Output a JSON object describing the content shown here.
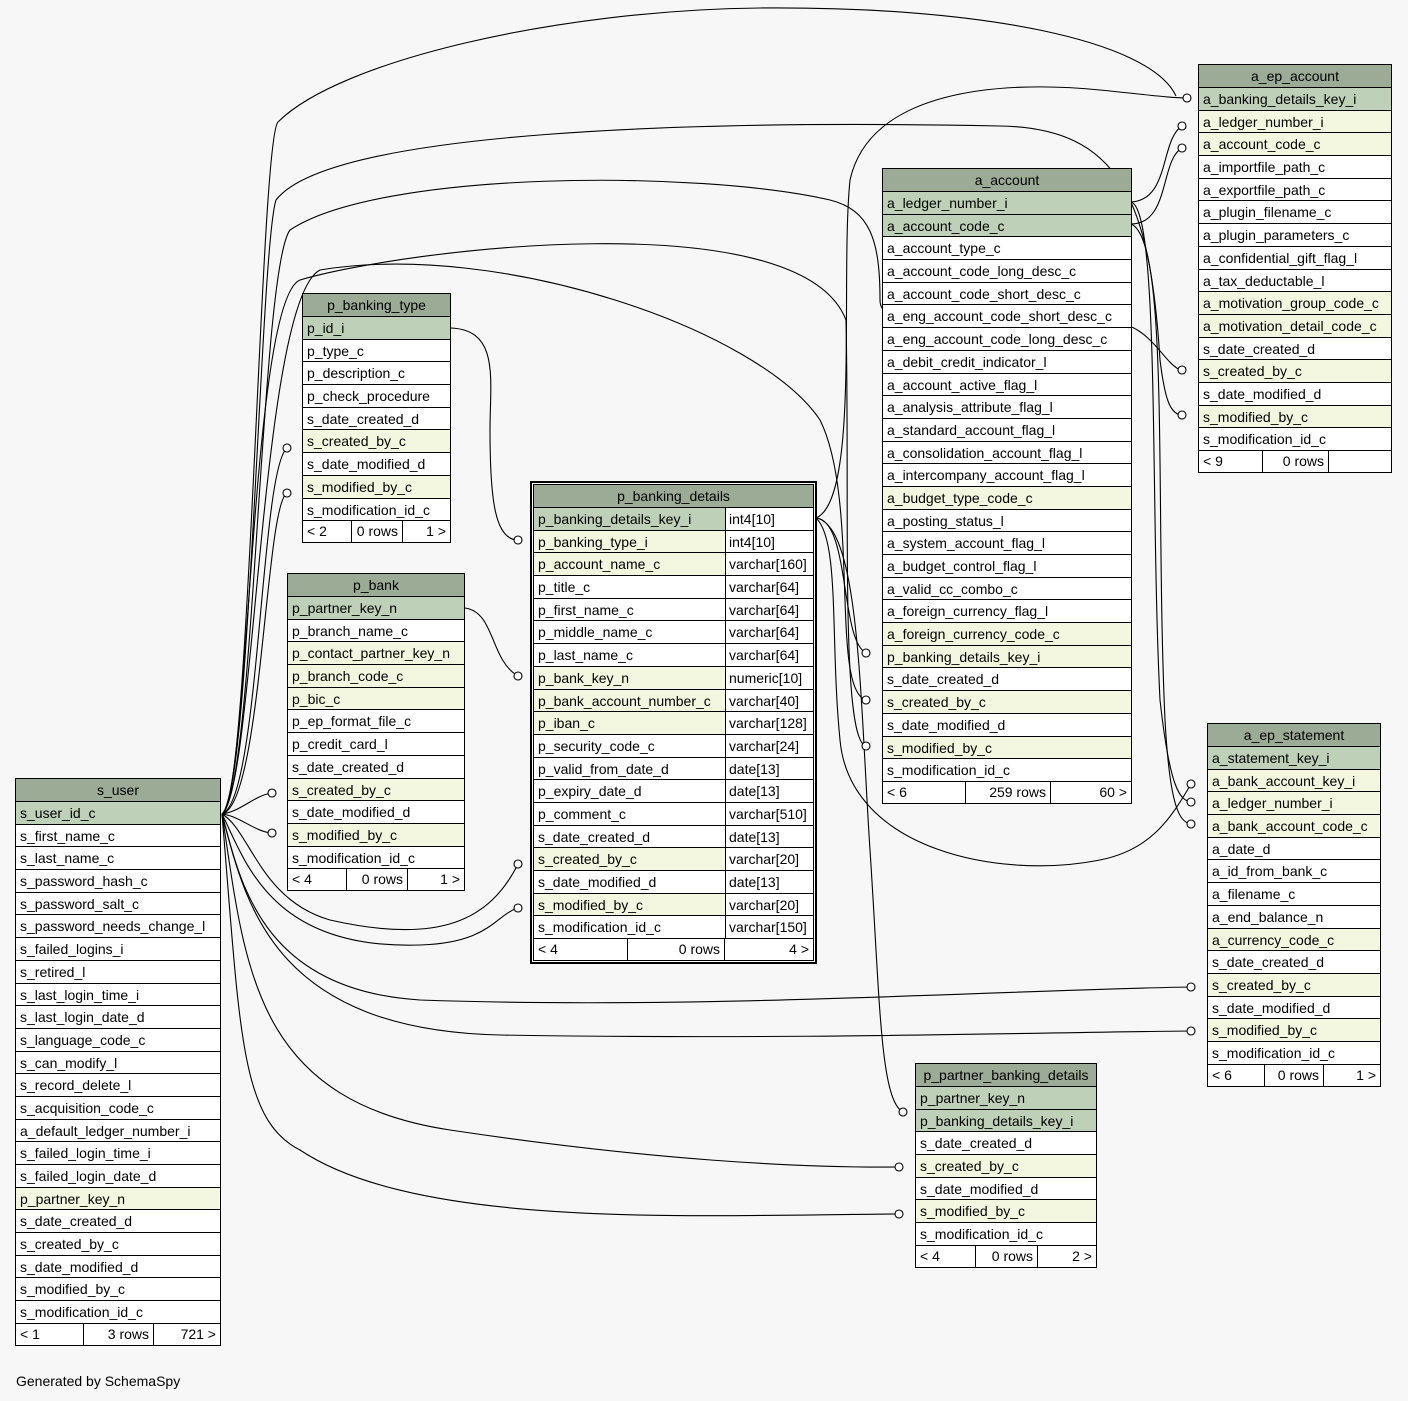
{
  "footer_note": "Generated by SchemaSpy",
  "tables": {
    "a_ep_account": {
      "title": "a_ep_account",
      "rows": [
        {
          "name": "a_banking_details_key_i",
          "kind": "pk"
        },
        {
          "name": "a_ledger_number_i",
          "kind": "fk"
        },
        {
          "name": "a_account_code_c",
          "kind": "fk"
        },
        {
          "name": "a_importfile_path_c",
          "kind": ""
        },
        {
          "name": "a_exportfile_path_c",
          "kind": ""
        },
        {
          "name": "a_plugin_filename_c",
          "kind": ""
        },
        {
          "name": "a_plugin_parameters_c",
          "kind": ""
        },
        {
          "name": "a_confidential_gift_flag_l",
          "kind": ""
        },
        {
          "name": "a_tax_deductable_l",
          "kind": ""
        },
        {
          "name": "a_motivation_group_code_c",
          "kind": "fk"
        },
        {
          "name": "a_motivation_detail_code_c",
          "kind": "fk"
        },
        {
          "name": "s_date_created_d",
          "kind": ""
        },
        {
          "name": "s_created_by_c",
          "kind": "fk"
        },
        {
          "name": "s_date_modified_d",
          "kind": ""
        },
        {
          "name": "s_modified_by_c",
          "kind": "fk"
        },
        {
          "name": "s_modification_id_c",
          "kind": ""
        }
      ],
      "footer": [
        "< 9",
        "0 rows",
        ""
      ]
    },
    "a_account": {
      "title": "a_account",
      "rows": [
        {
          "name": "a_ledger_number_i",
          "kind": "pk"
        },
        {
          "name": "a_account_code_c",
          "kind": "pk"
        },
        {
          "name": "a_account_type_c",
          "kind": ""
        },
        {
          "name": "a_account_code_long_desc_c",
          "kind": ""
        },
        {
          "name": "a_account_code_short_desc_c",
          "kind": ""
        },
        {
          "name": "a_eng_account_code_short_desc_c",
          "kind": ""
        },
        {
          "name": "a_eng_account_code_long_desc_c",
          "kind": ""
        },
        {
          "name": "a_debit_credit_indicator_l",
          "kind": ""
        },
        {
          "name": "a_account_active_flag_l",
          "kind": ""
        },
        {
          "name": "a_analysis_attribute_flag_l",
          "kind": ""
        },
        {
          "name": "a_standard_account_flag_l",
          "kind": ""
        },
        {
          "name": "a_consolidation_account_flag_l",
          "kind": ""
        },
        {
          "name": "a_intercompany_account_flag_l",
          "kind": ""
        },
        {
          "name": "a_budget_type_code_c",
          "kind": "fk"
        },
        {
          "name": "a_posting_status_l",
          "kind": ""
        },
        {
          "name": "a_system_account_flag_l",
          "kind": ""
        },
        {
          "name": "a_budget_control_flag_l",
          "kind": ""
        },
        {
          "name": "a_valid_cc_combo_c",
          "kind": ""
        },
        {
          "name": "a_foreign_currency_flag_l",
          "kind": ""
        },
        {
          "name": "a_foreign_currency_code_c",
          "kind": "fk"
        },
        {
          "name": "p_banking_details_key_i",
          "kind": "fk"
        },
        {
          "name": "s_date_created_d",
          "kind": ""
        },
        {
          "name": "s_created_by_c",
          "kind": "fk"
        },
        {
          "name": "s_date_modified_d",
          "kind": ""
        },
        {
          "name": "s_modified_by_c",
          "kind": "fk"
        },
        {
          "name": "s_modification_id_c",
          "kind": ""
        }
      ],
      "footer": [
        "< 6",
        "259 rows",
        "60 >"
      ]
    },
    "p_banking_type": {
      "title": "p_banking_type",
      "rows": [
        {
          "name": "p_id_i",
          "kind": "pk"
        },
        {
          "name": "p_type_c",
          "kind": ""
        },
        {
          "name": "p_description_c",
          "kind": ""
        },
        {
          "name": "p_check_procedure",
          "kind": ""
        },
        {
          "name": "s_date_created_d",
          "kind": ""
        },
        {
          "name": "s_created_by_c",
          "kind": "fk"
        },
        {
          "name": "s_date_modified_d",
          "kind": ""
        },
        {
          "name": "s_modified_by_c",
          "kind": "fk"
        },
        {
          "name": "s_modification_id_c",
          "kind": ""
        }
      ],
      "footer": [
        "< 2",
        "0 rows",
        "1 >"
      ]
    },
    "p_bank": {
      "title": "p_bank",
      "rows": [
        {
          "name": "p_partner_key_n",
          "kind": "pk"
        },
        {
          "name": "p_branch_name_c",
          "kind": ""
        },
        {
          "name": "p_contact_partner_key_n",
          "kind": "fk"
        },
        {
          "name": "p_branch_code_c",
          "kind": "fk"
        },
        {
          "name": "p_bic_c",
          "kind": "fk"
        },
        {
          "name": "p_ep_format_file_c",
          "kind": ""
        },
        {
          "name": "p_credit_card_l",
          "kind": ""
        },
        {
          "name": "s_date_created_d",
          "kind": ""
        },
        {
          "name": "s_created_by_c",
          "kind": "fk"
        },
        {
          "name": "s_date_modified_d",
          "kind": ""
        },
        {
          "name": "s_modified_by_c",
          "kind": "fk"
        },
        {
          "name": "s_modification_id_c",
          "kind": ""
        }
      ],
      "footer": [
        "< 4",
        "0 rows",
        "1 >"
      ]
    },
    "p_banking_details": {
      "title": "p_banking_details",
      "rows": [
        {
          "name": "p_banking_details_key_i",
          "type": "int4[10]",
          "kind": "pk"
        },
        {
          "name": "p_banking_type_i",
          "type": "int4[10]",
          "kind": "fk"
        },
        {
          "name": "p_account_name_c",
          "type": "varchar[160]",
          "kind": "fk"
        },
        {
          "name": "p_title_c",
          "type": "varchar[64]",
          "kind": ""
        },
        {
          "name": "p_first_name_c",
          "type": "varchar[64]",
          "kind": ""
        },
        {
          "name": "p_middle_name_c",
          "type": "varchar[64]",
          "kind": ""
        },
        {
          "name": "p_last_name_c",
          "type": "varchar[64]",
          "kind": ""
        },
        {
          "name": "p_bank_key_n",
          "type": "numeric[10]",
          "kind": "fk"
        },
        {
          "name": "p_bank_account_number_c",
          "type": "varchar[40]",
          "kind": "fk"
        },
        {
          "name": "p_iban_c",
          "type": "varchar[128]",
          "kind": "fk"
        },
        {
          "name": "p_security_code_c",
          "type": "varchar[24]",
          "kind": ""
        },
        {
          "name": "p_valid_from_date_d",
          "type": "date[13]",
          "kind": ""
        },
        {
          "name": "p_expiry_date_d",
          "type": "date[13]",
          "kind": ""
        },
        {
          "name": "p_comment_c",
          "type": "varchar[510]",
          "kind": ""
        },
        {
          "name": "s_date_created_d",
          "type": "date[13]",
          "kind": ""
        },
        {
          "name": "s_created_by_c",
          "type": "varchar[20]",
          "kind": "fk"
        },
        {
          "name": "s_date_modified_d",
          "type": "date[13]",
          "kind": ""
        },
        {
          "name": "s_modified_by_c",
          "type": "varchar[20]",
          "kind": "fk"
        },
        {
          "name": "s_modification_id_c",
          "type": "varchar[150]",
          "kind": ""
        }
      ],
      "footer": [
        "< 4",
        "0 rows",
        "4 >"
      ]
    },
    "a_ep_statement": {
      "title": "a_ep_statement",
      "rows": [
        {
          "name": "a_statement_key_i",
          "kind": "pk"
        },
        {
          "name": "a_bank_account_key_i",
          "kind": "fk"
        },
        {
          "name": "a_ledger_number_i",
          "kind": "fk"
        },
        {
          "name": "a_bank_account_code_c",
          "kind": "fk"
        },
        {
          "name": "a_date_d",
          "kind": ""
        },
        {
          "name": "a_id_from_bank_c",
          "kind": ""
        },
        {
          "name": "a_filename_c",
          "kind": ""
        },
        {
          "name": "a_end_balance_n",
          "kind": ""
        },
        {
          "name": "a_currency_code_c",
          "kind": "fk"
        },
        {
          "name": "s_date_created_d",
          "kind": ""
        },
        {
          "name": "s_created_by_c",
          "kind": "fk"
        },
        {
          "name": "s_date_modified_d",
          "kind": ""
        },
        {
          "name": "s_modified_by_c",
          "kind": "fk"
        },
        {
          "name": "s_modification_id_c",
          "kind": ""
        }
      ],
      "footer": [
        "< 6",
        "0 rows",
        "1 >"
      ]
    },
    "s_user": {
      "title": "s_user",
      "rows": [
        {
          "name": "s_user_id_c",
          "kind": "pk"
        },
        {
          "name": "s_first_name_c",
          "kind": ""
        },
        {
          "name": "s_last_name_c",
          "kind": ""
        },
        {
          "name": "s_password_hash_c",
          "kind": ""
        },
        {
          "name": "s_password_salt_c",
          "kind": ""
        },
        {
          "name": "s_password_needs_change_l",
          "kind": ""
        },
        {
          "name": "s_failed_logins_i",
          "kind": ""
        },
        {
          "name": "s_retired_l",
          "kind": ""
        },
        {
          "name": "s_last_login_time_i",
          "kind": ""
        },
        {
          "name": "s_last_login_date_d",
          "kind": ""
        },
        {
          "name": "s_language_code_c",
          "kind": ""
        },
        {
          "name": "s_can_modify_l",
          "kind": ""
        },
        {
          "name": "s_record_delete_l",
          "kind": ""
        },
        {
          "name": "s_acquisition_code_c",
          "kind": ""
        },
        {
          "name": "a_default_ledger_number_i",
          "kind": ""
        },
        {
          "name": "s_failed_login_time_i",
          "kind": ""
        },
        {
          "name": "s_failed_login_date_d",
          "kind": ""
        },
        {
          "name": "p_partner_key_n",
          "kind": "fk"
        },
        {
          "name": "s_date_created_d",
          "kind": ""
        },
        {
          "name": "s_created_by_c",
          "kind": ""
        },
        {
          "name": "s_date_modified_d",
          "kind": ""
        },
        {
          "name": "s_modified_by_c",
          "kind": ""
        },
        {
          "name": "s_modification_id_c",
          "kind": ""
        }
      ],
      "footer": [
        "< 1",
        "3 rows",
        "721 >"
      ]
    },
    "p_partner_banking_details": {
      "title": "p_partner_banking_details",
      "rows": [
        {
          "name": "p_partner_key_n",
          "kind": "pk"
        },
        {
          "name": "p_banking_details_key_i",
          "kind": "pk"
        },
        {
          "name": "s_date_created_d",
          "kind": ""
        },
        {
          "name": "s_created_by_c",
          "kind": "fk"
        },
        {
          "name": "s_date_modified_d",
          "kind": ""
        },
        {
          "name": "s_modified_by_c",
          "kind": "fk"
        },
        {
          "name": "s_modification_id_c",
          "kind": ""
        }
      ],
      "footer": [
        "< 4",
        "0 rows",
        "2 >"
      ]
    }
  }
}
